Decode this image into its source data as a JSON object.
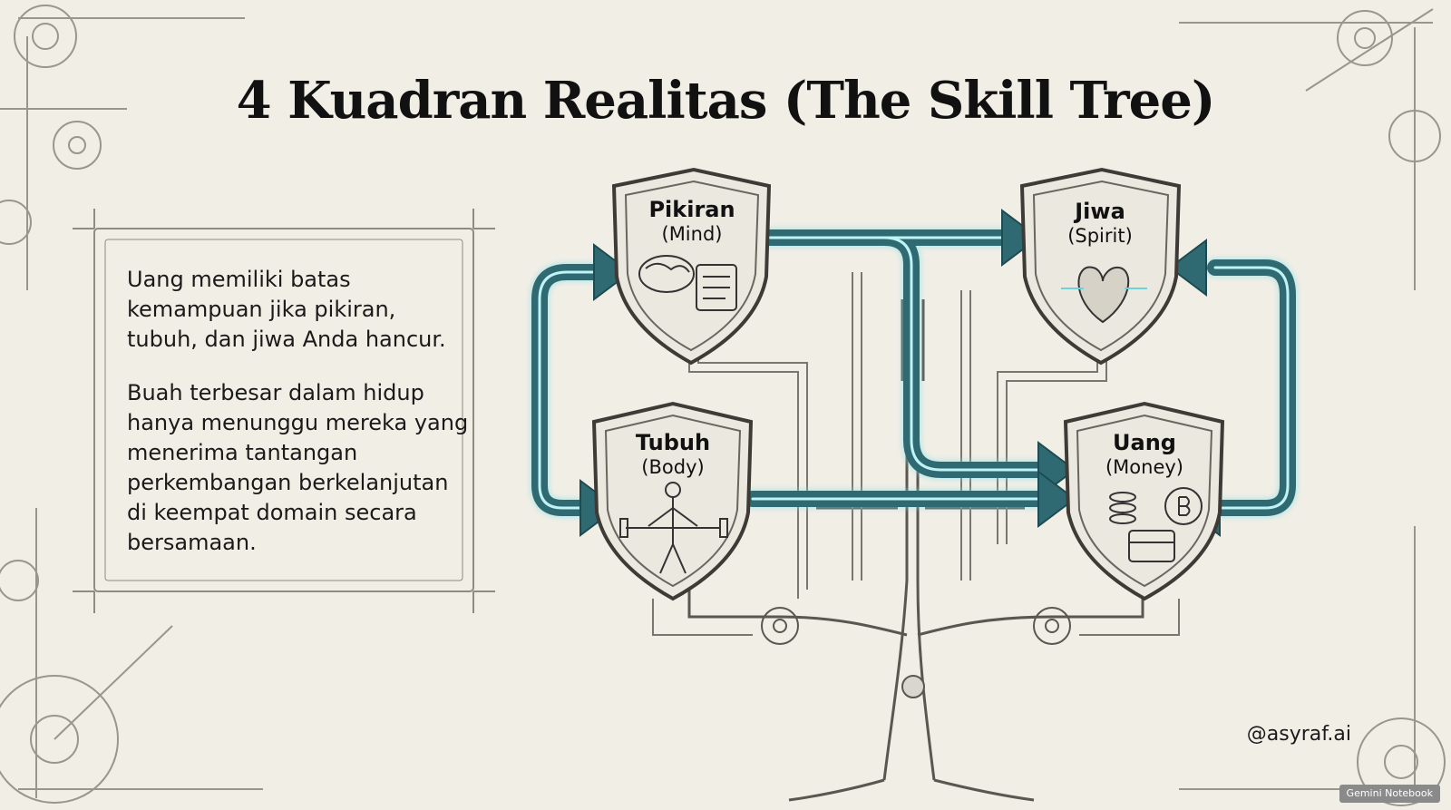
{
  "title": "4 Kuadran Realitas (The Skill Tree)",
  "description": {
    "paragraph_1": "Uang memiliki batas kemampuan jika pikiran, tubuh, dan jiwa Anda hancur.",
    "paragraph_2": "Buah terbesar dalam hidup hanya menunggu mereka yang menerima tantangan perkembangan berkelanjutan di keempat domain secara bersamaan."
  },
  "nodes": {
    "mind": {
      "name": "Pikiran",
      "sub": "(Mind)",
      "icon": "brain-scroll-icon"
    },
    "spirit": {
      "name": "Jiwa",
      "sub": "(Spirit)",
      "icon": "heart-icon"
    },
    "body": {
      "name": "Tubuh",
      "sub": "(Body)",
      "icon": "athlete-barbell-icon"
    },
    "money": {
      "name": "Uang",
      "sub": "(Money)",
      "icon": "coins-chest-icon"
    }
  },
  "handle": "@asyraf.ai",
  "badge": "Gemini Notebook",
  "colors": {
    "arrow": "#2f6a73",
    "arrow_glow": "#7ee0e6",
    "ink": "#444444",
    "paper": "#f1eee6"
  }
}
